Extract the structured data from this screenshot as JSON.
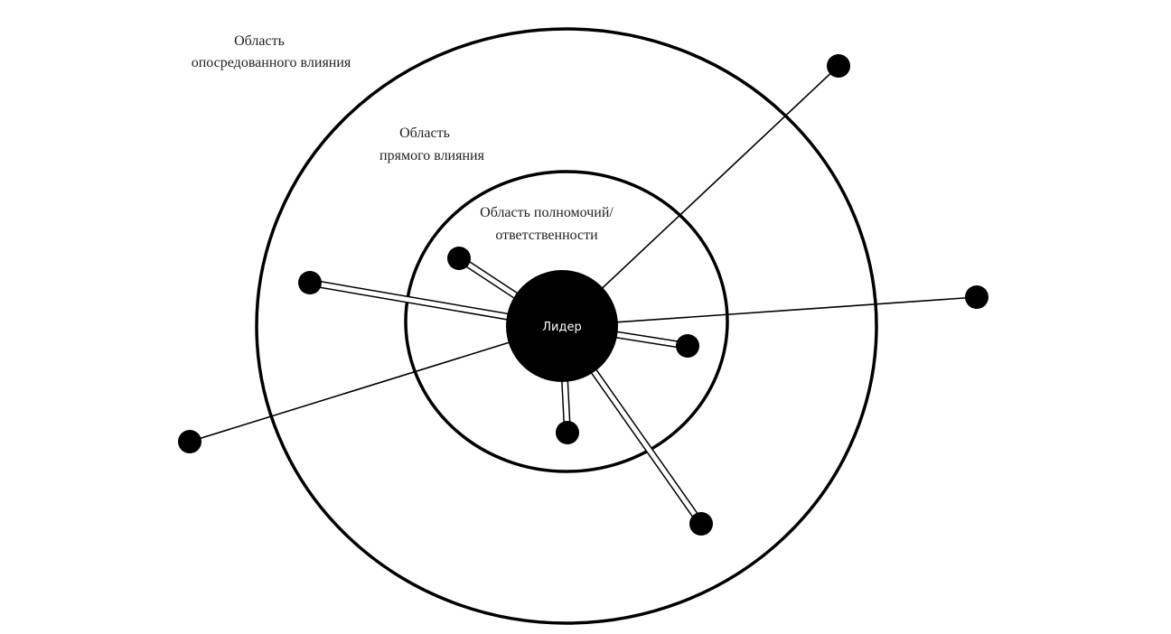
{
  "zones": {
    "mediated": {
      "line1": "Область",
      "line2": "опосредованного влияния"
    },
    "direct": {
      "line1": "Область",
      "line2": "прямого влияния"
    },
    "authority": {
      "line1": "Область полномочий/",
      "line2": "ответственности"
    }
  },
  "leader": {
    "label": "Лидер"
  },
  "colors": {
    "ink": "#000000",
    "background": "#ffffff"
  }
}
